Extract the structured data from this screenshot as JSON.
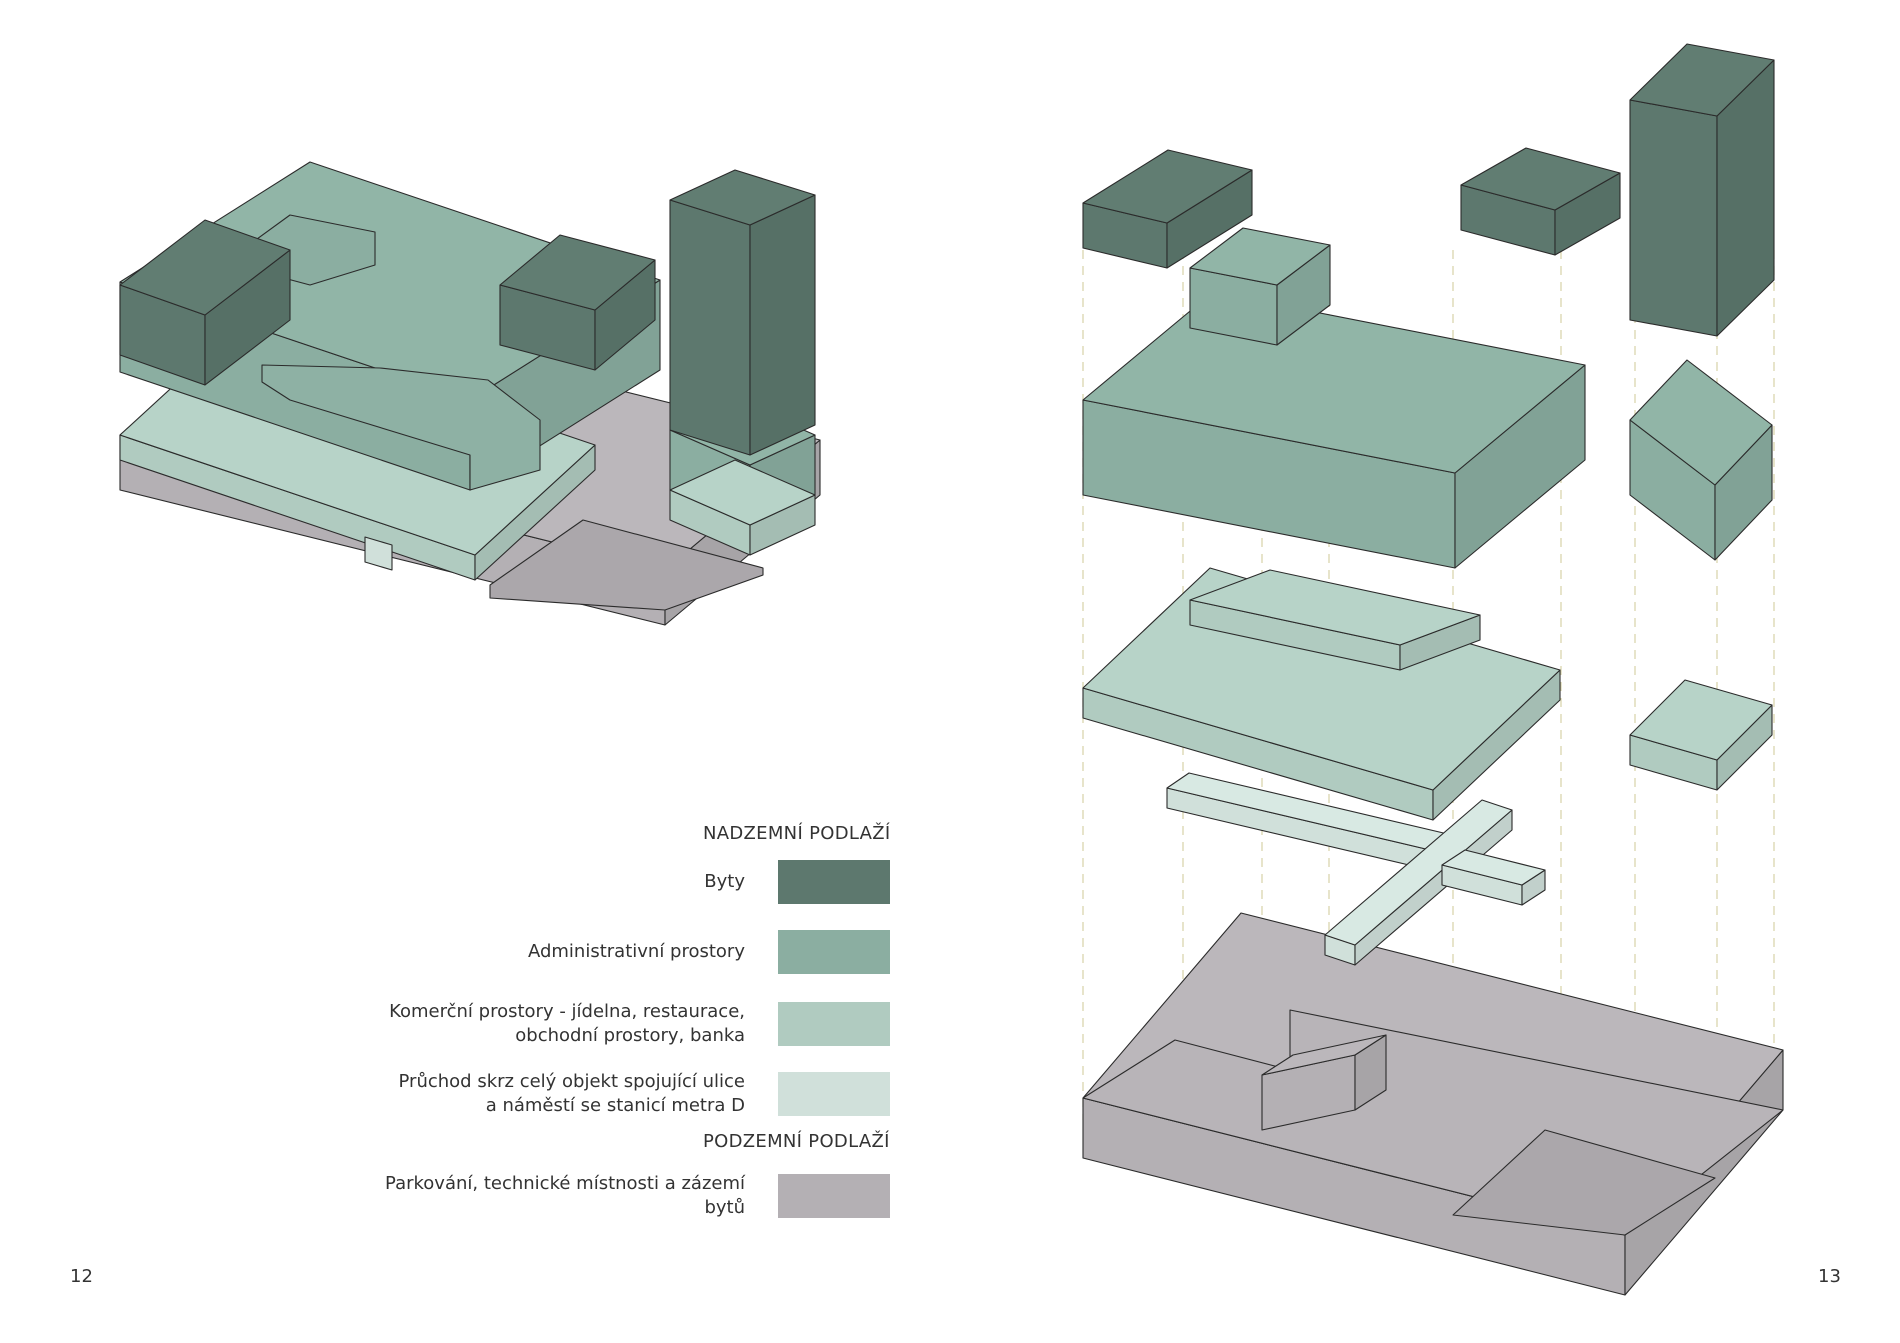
{
  "colors": {
    "byty": "#5d786e",
    "administrativni": "#8baea1",
    "komercni": "#b0cbc0",
    "pruchod": "#d0e0da",
    "parkovani": "#b4b0b4",
    "guide": "#d7d3a8",
    "stroke": "#2b2b2b"
  },
  "legend": {
    "above_ground_heading": "NADZEMNÍ PODLAŽÍ",
    "below_ground_heading": "PODZEMNÍ PODLAŽÍ",
    "items": [
      {
        "label": "Byty",
        "color_key": "byty"
      },
      {
        "label": "Administrativní prostory",
        "color_key": "administrativni"
      },
      {
        "label": "Komerční prostory - jídelna, restaurace,\nobchodní prostory, banka",
        "color_key": "komercni"
      },
      {
        "label": "Průchod skrz celý objekt spojující ulice\na náměstí se stanicí metra D",
        "color_key": "pruchod"
      },
      {
        "label": "Parkování, technické místnosti a zázemí\nbytů",
        "color_key": "parkovani"
      }
    ]
  },
  "pages": {
    "left": "12",
    "right": "13"
  }
}
